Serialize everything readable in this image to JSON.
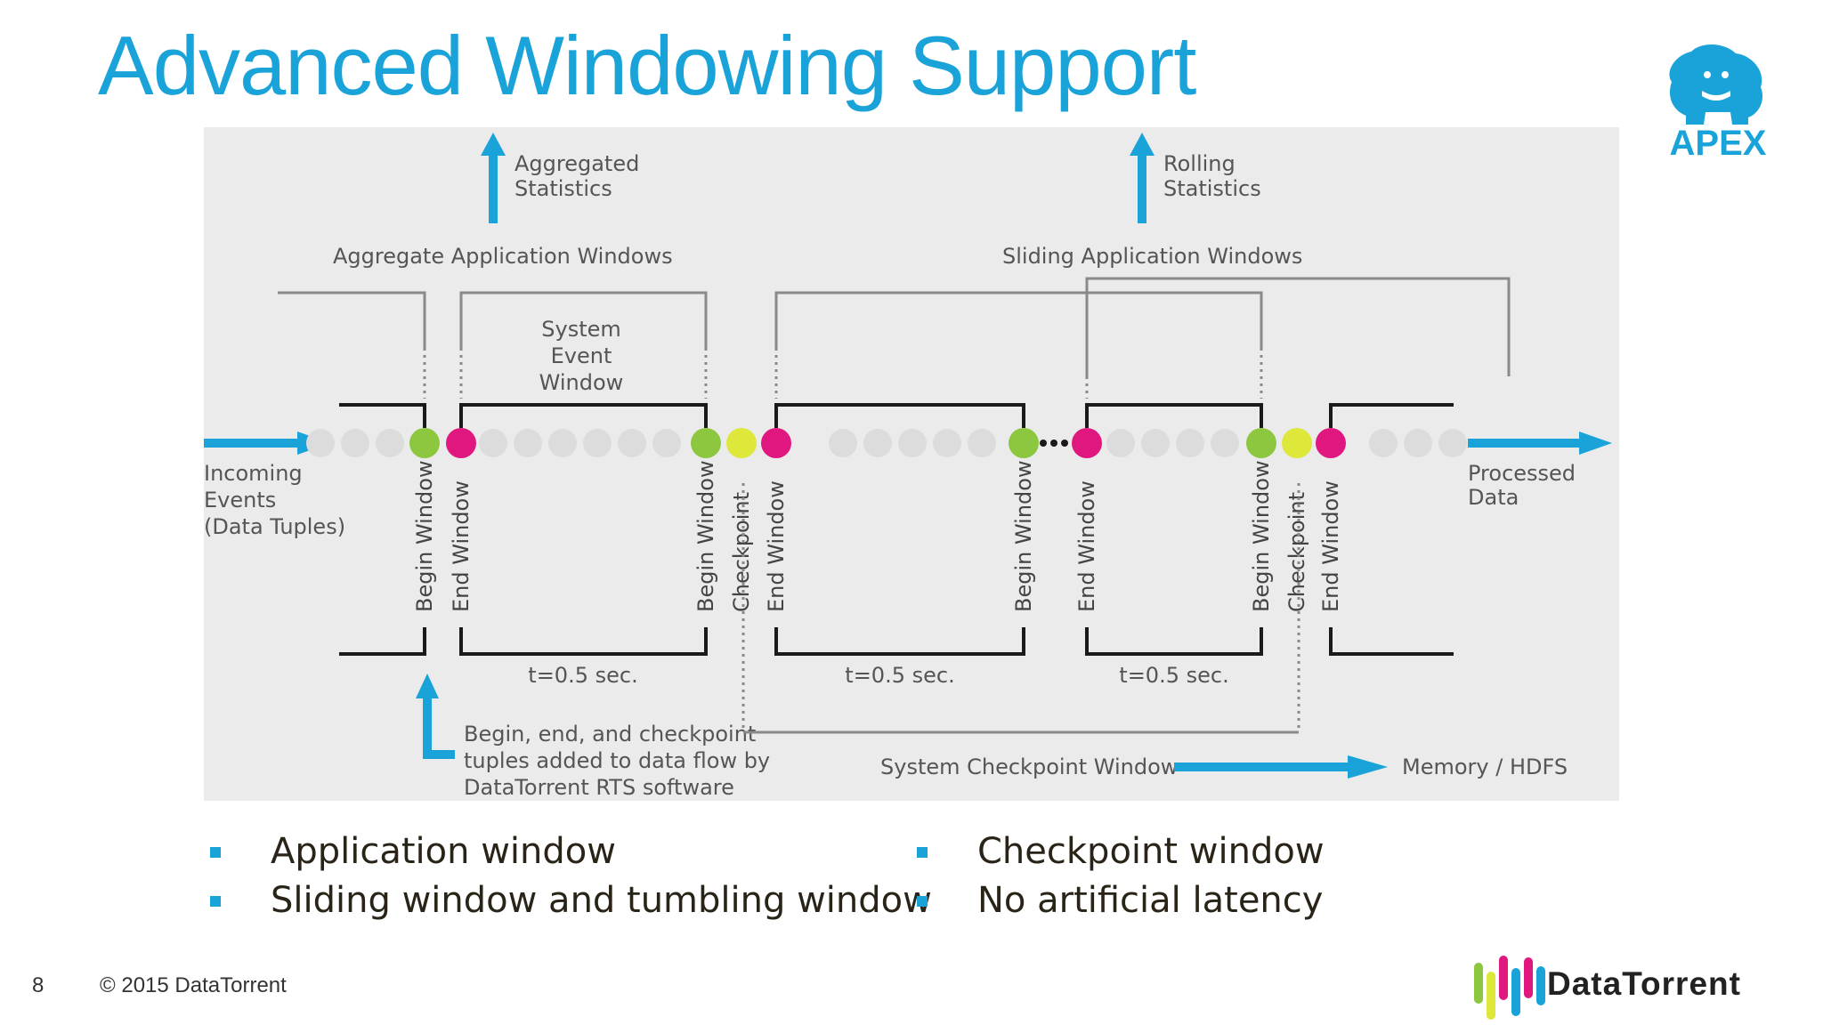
{
  "slide": {
    "title": "Advanced Windowing Support",
    "page_number": "8",
    "copyright": "© 2015 DataTorrent",
    "apex_logo_text": "APEX",
    "datatorrent_logo_text": "DataTorrent"
  },
  "diagram": {
    "top_labels": {
      "aggregated_statistics": [
        "Aggregated",
        "Statistics"
      ],
      "rolling_statistics": [
        "Rolling",
        "Statistics"
      ],
      "aggregate_app_windows": "Aggregate Application Windows",
      "sliding_app_windows": "Sliding Application Windows",
      "system_event_window": [
        "System",
        "Event",
        "Window"
      ]
    },
    "incoming": [
      "Incoming",
      "Events",
      "(Data Tuples)"
    ],
    "processed": [
      "Processed",
      "Data"
    ],
    "vertical_labels": [
      "Begin Window",
      "End Window",
      "Begin Window",
      "Checkpoint",
      "End Window",
      "Begin Window",
      "End Window",
      "Begin Window",
      "Checkpoint",
      "End Window"
    ],
    "durations": [
      "t=0.5 sec.",
      "t=0.5 sec.",
      "t=0.5 sec."
    ],
    "note": [
      "Begin, end, and checkpoint",
      "tuples added to data flow by",
      "DataTorrent RTS software"
    ],
    "system_checkpoint_window": "System Checkpoint Window",
    "memory_hdfs": "Memory / HDFS",
    "colors": {
      "begin": "#8dc63f",
      "end": "#e0177f",
      "checkpoint": "#dde83b",
      "arrow": "#1aa3d9",
      "event": "#dcdcdc"
    }
  },
  "bullets": {
    "left": [
      "Application window",
      "Sliding window and tumbling window"
    ],
    "right": [
      "Checkpoint window",
      "No artificial latency"
    ]
  }
}
